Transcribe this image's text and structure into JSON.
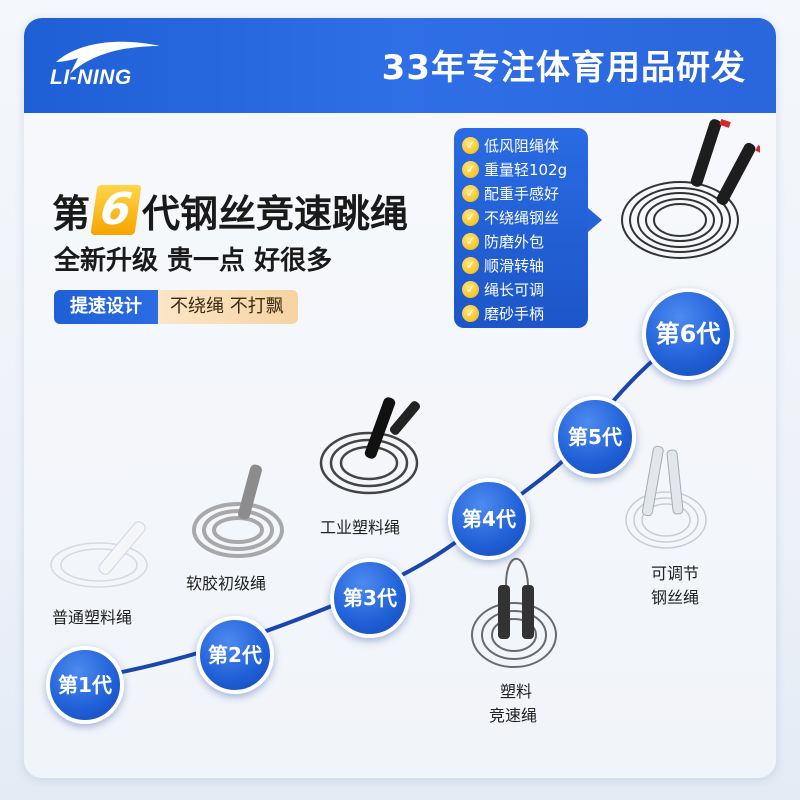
{
  "brand": {
    "name": "LI-NING"
  },
  "header": {
    "title": "33年专注体育用品研发"
  },
  "hero": {
    "title_prefix": "第",
    "title_number": "6",
    "title_suffix": "代钢丝竞速跳绳",
    "subtitle": "全新升级 贵一点 好很多",
    "pill_left": "提速设计",
    "pill_right": "不绕绳 不打飘"
  },
  "features": [
    "低风阻绳体",
    "重量轻102g",
    "配重手感好",
    "不绕绳钢丝",
    "防磨外包",
    "顺滑转轴",
    "绳长可调",
    "磨砂手柄"
  ],
  "generations": [
    {
      "label": "第1代",
      "product": "普通塑料绳"
    },
    {
      "label": "第2代",
      "product": "软胶初级绳"
    },
    {
      "label": "第3代",
      "product": "工业塑料绳"
    },
    {
      "label": "第4代",
      "product": "塑料竞速绳"
    },
    {
      "label": "第5代",
      "product": "可调节钢丝绳"
    },
    {
      "label": "第6代",
      "product": ""
    }
  ],
  "product_labels": {
    "gen1": "普通塑料绳",
    "gen2": "软胶初级绳",
    "gen3": "工业塑料绳",
    "gen4_line1": "塑料",
    "gen4_line2": "竞速绳",
    "gen5_line1": "可调节",
    "gen5_line2": "钢丝绳"
  },
  "colors": {
    "brand_blue": "#1f5fd6",
    "accent_gold": "#f6a400",
    "pill_peach": "#f6d3a2"
  }
}
